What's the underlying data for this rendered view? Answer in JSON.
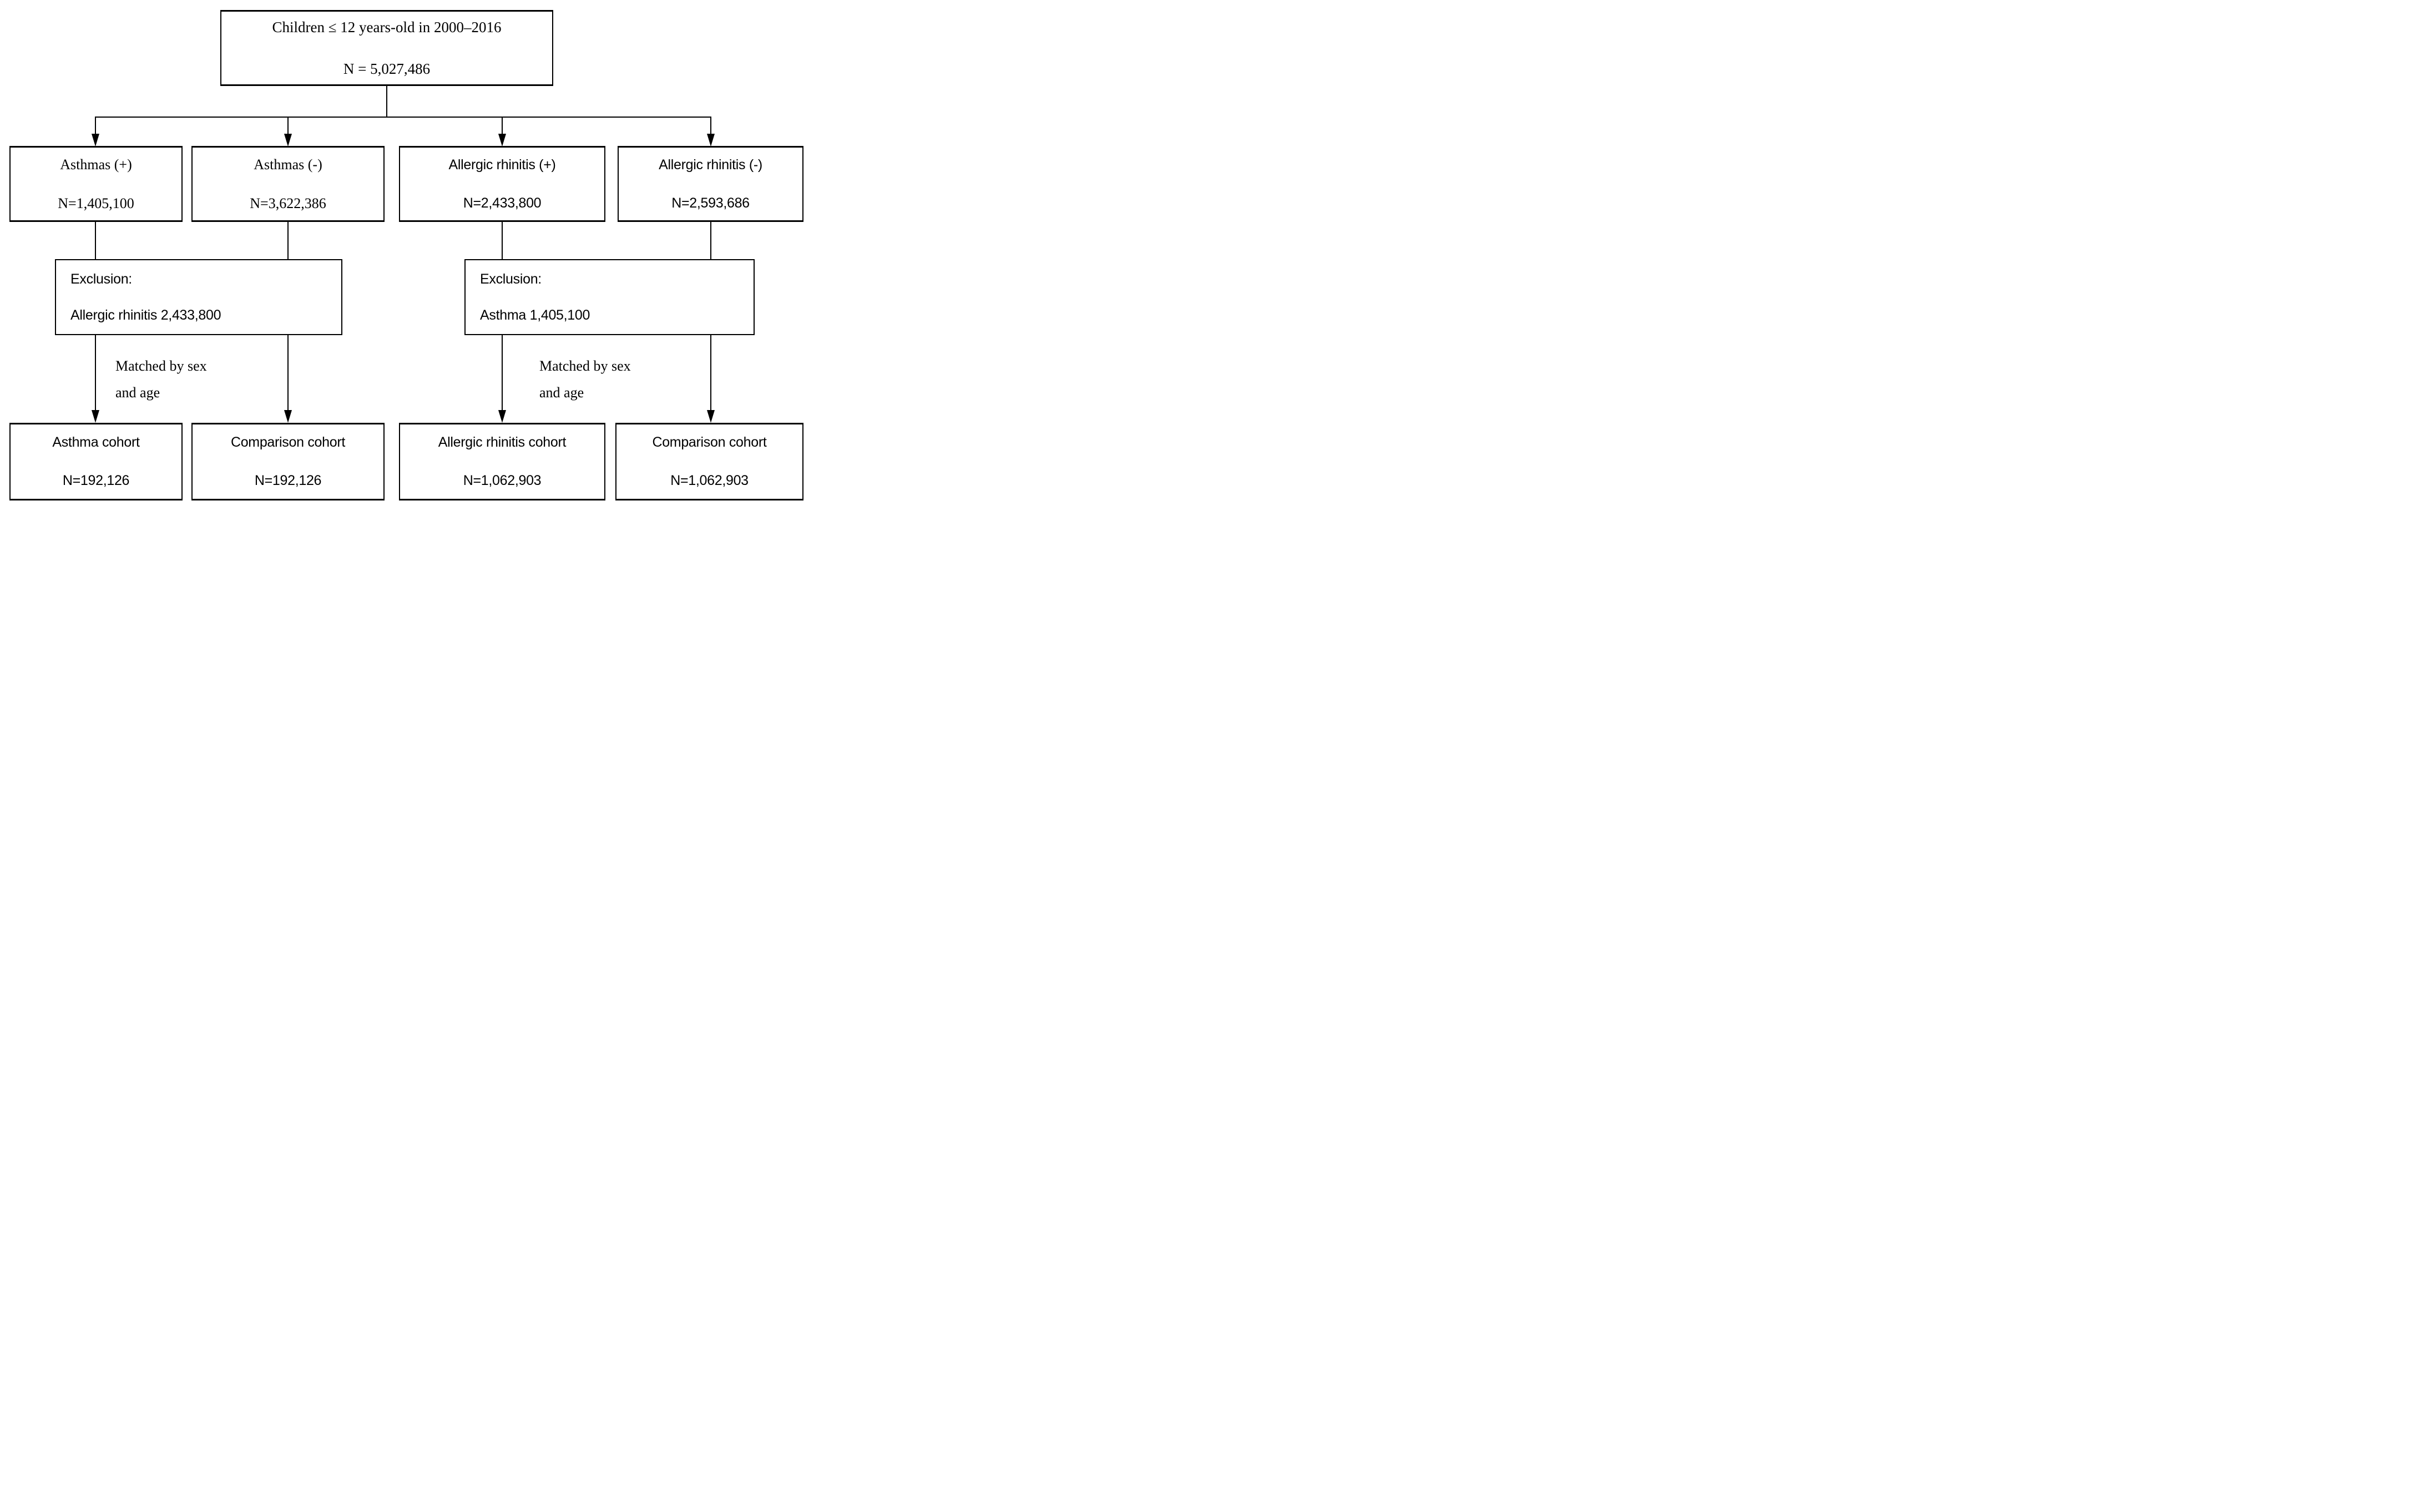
{
  "figure": {
    "background": "#ffffff",
    "ink": "#000000",
    "top_box": {
      "line1": "Children ≤ 12 years-old in 2000–2016",
      "line2": "N = 5,027,486"
    },
    "branch_boxes": {
      "asthma_positive": {
        "line1": "Asthmas (+)",
        "line2": "N=1,405,100"
      },
      "asthma_negative": {
        "line1": "Asthmas (-)",
        "line2": "N=3,622,386"
      },
      "ar_positive": {
        "line1": "Allergic rhinitis (+)",
        "line2": "N=2,433,800"
      },
      "ar_negative": {
        "line1": "Allergic rhinitis (-)",
        "line2": "N=2,593,686"
      }
    },
    "exclusions": {
      "left": {
        "line1": "Exclusion:",
        "line2": "Allergic rhinitis 2,433,800"
      },
      "right": {
        "line1": "Exclusion:",
        "line2": "Asthma 1,405,100"
      }
    },
    "match_labels": {
      "left": {
        "line1": "Matched by sex",
        "line2": "and age"
      },
      "right": {
        "line1": "Matched by sex",
        "line2": "and age"
      }
    },
    "cohort_boxes": {
      "asthma_cohort": {
        "line1": "Asthma cohort",
        "line2": "N=192,126"
      },
      "asthma_comparison": {
        "line1": "Comparison cohort",
        "line2": "N=192,126"
      },
      "ar_cohort": {
        "line1": "Allergic rhinitis cohort",
        "line2": "N=1,062,903"
      },
      "ar_comparison": {
        "line1": "Comparison cohort",
        "line2": "N=1,062,903"
      }
    }
  }
}
